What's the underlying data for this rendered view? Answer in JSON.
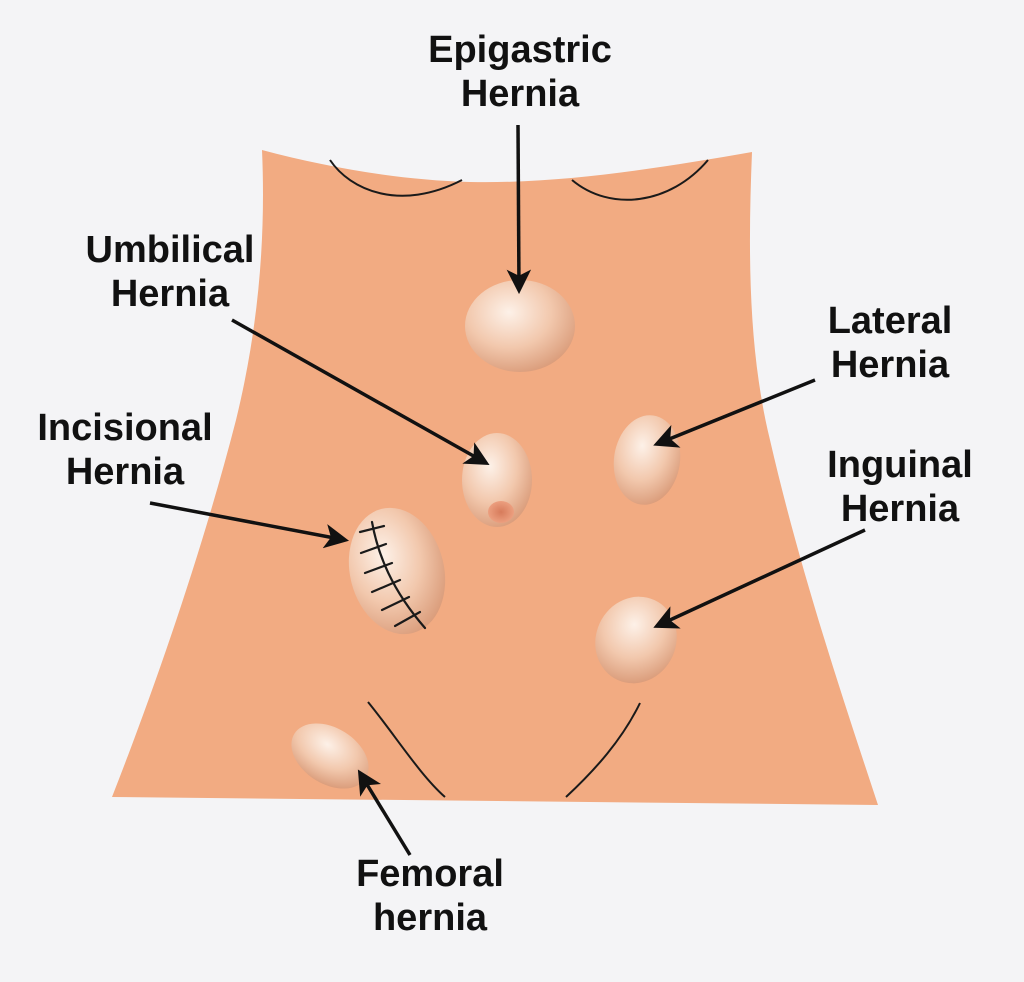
{
  "colors": {
    "background": "#f4f4f6",
    "skin": "#f2ab82",
    "bulge_light": "#fbe6d8",
    "bulge_mid": "#f2c8ad",
    "bulge_dark": "#d99a78",
    "umbilicus": "#e08a6a",
    "outline": "#1a1a1a",
    "text": "#111111"
  },
  "icons": {
    "torso": "abdomen-torso-illustration",
    "arrow": "pointer-arrow-icon",
    "bulge": "hernia-bulge-icon",
    "stitches": "surgical-stitches-icon"
  },
  "labels": {
    "epigastric": [
      "Epigastric",
      "Hernia"
    ],
    "umbilical": [
      "Umbilical",
      "Hernia"
    ],
    "lateral": [
      "Lateral",
      "Hernia"
    ],
    "incisional": [
      "Incisional",
      "Hernia"
    ],
    "inguinal": [
      "Inguinal",
      "Hernia"
    ],
    "femoral": [
      "Femoral",
      "hernia"
    ]
  }
}
